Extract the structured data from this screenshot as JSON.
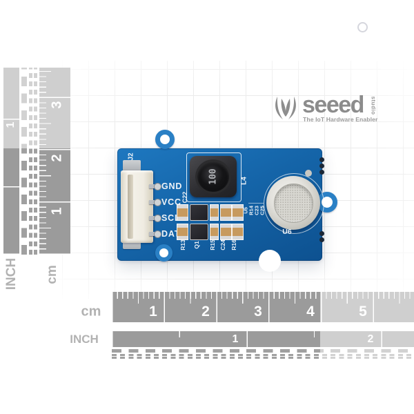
{
  "logo": {
    "brand": "seeed",
    "studio": "studio",
    "tagline": "The IoT Hardware Enabler"
  },
  "colors": {
    "pcb_blue": "#1565a9",
    "ruler_gray": "#9b9b9b",
    "logo_gray": "#8c8c8c"
  },
  "board": {
    "connector_ref": "J2",
    "pins": [
      "GND",
      "VCC",
      "SCL",
      "DAT"
    ],
    "cap_ref": "C22",
    "inductor_ref": "L4",
    "inductor_marking": "100",
    "sensor_ref": "U6",
    "bottom_refs": [
      "R13",
      "Q1",
      "R15",
      "C24",
      "R16"
    ],
    "side_refs": [
      "U5",
      "R14",
      "C23",
      "C25"
    ]
  },
  "rulers": {
    "left": {
      "inch_label": "INCH",
      "cm_label": "cm",
      "inch_numbers": [
        "1"
      ],
      "cm_numbers": [
        "1",
        "2",
        "3"
      ]
    },
    "bottom": {
      "cm_label": "cm",
      "inch_label": "INCH",
      "cm_numbers": [
        "1",
        "2",
        "3",
        "4",
        "5"
      ],
      "inch_numbers": [
        "1",
        "2"
      ]
    }
  }
}
